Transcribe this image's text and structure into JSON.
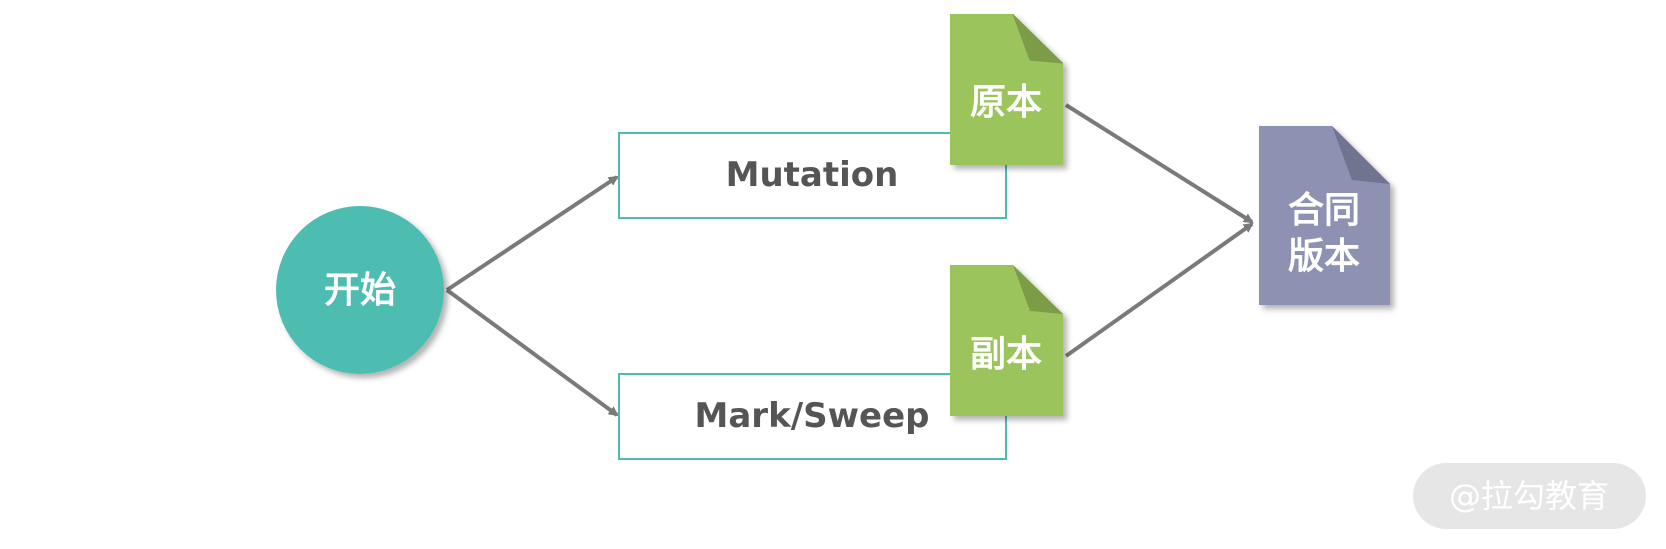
{
  "nodes": {
    "start": {
      "label": "开始"
    },
    "mutation": {
      "label": "Mutation"
    },
    "mark_sweep": {
      "label": "Mark/Sweep"
    },
    "original": {
      "label": "原本"
    },
    "copy": {
      "label": "副本"
    },
    "contract_version": {
      "line1": "合同",
      "line2": "版本"
    }
  },
  "colors": {
    "start_fill": "#4dbdb2",
    "box_border": "#4dbdb2",
    "doc_green": "#9bc45c",
    "doc_green_fold": "#7d9c47",
    "doc_purple": "#8e92b2",
    "doc_purple_fold": "#71748f",
    "arrow": "#7a7a7a"
  },
  "watermark": {
    "text": "@拉勾教育"
  }
}
